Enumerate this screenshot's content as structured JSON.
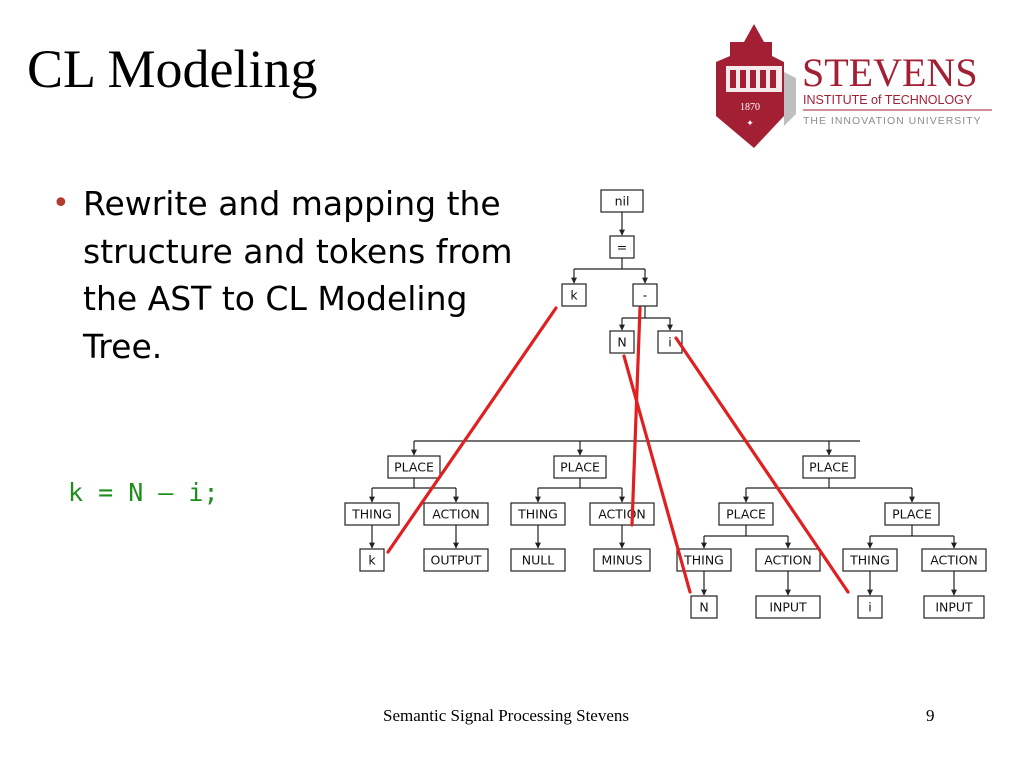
{
  "slide": {
    "title": "CL Modeling",
    "bullet": "Rewrite and mapping the structure and tokens from the AST to CL Modeling Tree.",
    "code": "k = N – i;",
    "footer": "Semantic Signal Processing Stevens",
    "page_number": "9"
  },
  "logo": {
    "name": "STEVENS",
    "institute": "INSTITUTE of TECHNOLOGY",
    "tagline": "THE INNOVATION UNIVERSITY",
    "year": "1870",
    "brand_color": "#a31f34"
  },
  "ast_tree": {
    "nodes": [
      {
        "id": "nil",
        "label": "nil"
      },
      {
        "id": "eq",
        "label": "="
      },
      {
        "id": "k",
        "label": "k"
      },
      {
        "id": "minus",
        "label": "-"
      },
      {
        "id": "N",
        "label": "N"
      },
      {
        "id": "i",
        "label": "i"
      }
    ]
  },
  "cl_tree": {
    "nodes": [
      {
        "id": "p1",
        "label": "PLACE"
      },
      {
        "id": "p2",
        "label": "PLACE"
      },
      {
        "id": "p3",
        "label": "PLACE"
      },
      {
        "id": "t1",
        "label": "THING"
      },
      {
        "id": "a1",
        "label": "ACTION"
      },
      {
        "id": "t2",
        "label": "THING"
      },
      {
        "id": "a2",
        "label": "ACTION"
      },
      {
        "id": "p4",
        "label": "PLACE"
      },
      {
        "id": "p5",
        "label": "PLACE"
      },
      {
        "id": "k2",
        "label": "k"
      },
      {
        "id": "out",
        "label": "OUTPUT"
      },
      {
        "id": "null",
        "label": "NULL"
      },
      {
        "id": "minus2",
        "label": "MINUS"
      },
      {
        "id": "t3",
        "label": "THING"
      },
      {
        "id": "a3",
        "label": "ACTION"
      },
      {
        "id": "t4",
        "label": "THING"
      },
      {
        "id": "a4",
        "label": "ACTION"
      },
      {
        "id": "N2",
        "label": "N"
      },
      {
        "id": "in1",
        "label": "INPUT"
      },
      {
        "id": "i2",
        "label": "i"
      },
      {
        "id": "in2",
        "label": "INPUT"
      }
    ]
  },
  "mapping_color": "#e02020"
}
